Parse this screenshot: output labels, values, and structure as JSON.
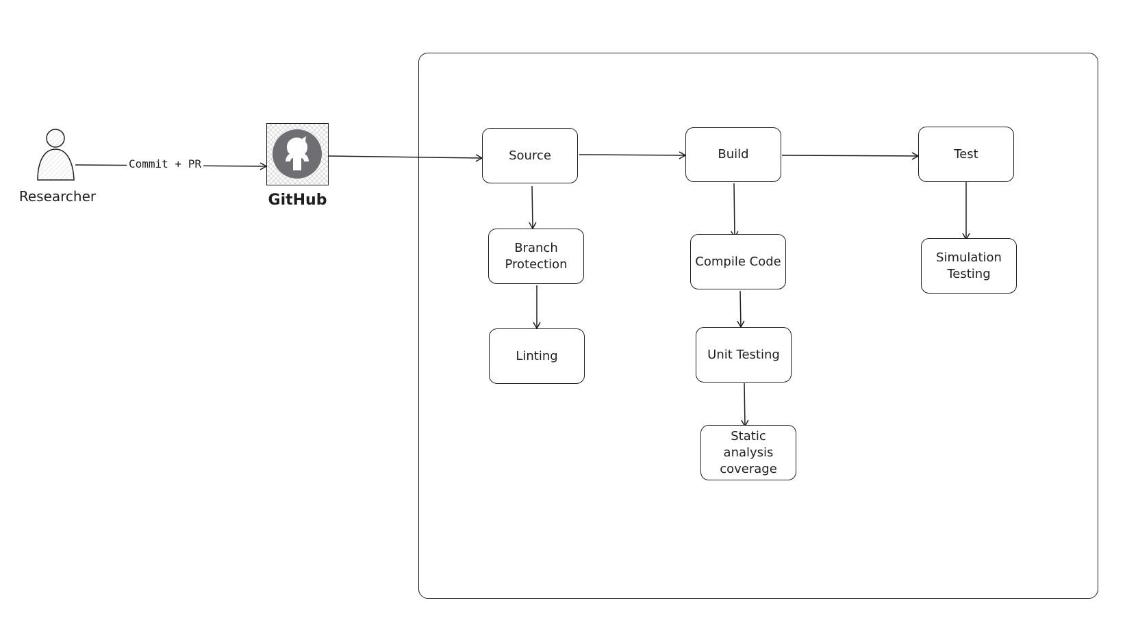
{
  "actor": {
    "name": "Researcher"
  },
  "edge_label": "Commit + PR",
  "github": {
    "label": "GitHub",
    "icon": "github-logo"
  },
  "nodes": {
    "source": "Source",
    "build": "Build",
    "test": "Test",
    "branch_protection": "Branch\nProtection",
    "linting": "Linting",
    "compile_code": "Compile Code",
    "unit_testing": "Unit Testing",
    "static_analysis": "Static\nanalysis\ncoverage",
    "simulation_testing": "Simulation\nTesting"
  },
  "colors": {
    "stroke": "#1e1e1e",
    "github_circle": "#6e6e73",
    "background": "#ffffff"
  }
}
